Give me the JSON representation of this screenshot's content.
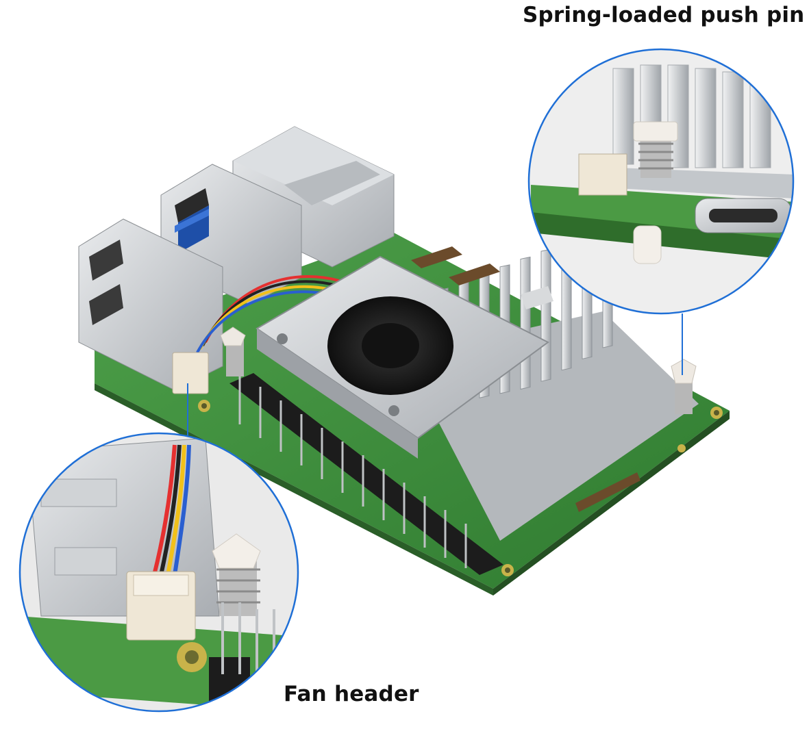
{
  "callouts": {
    "push_pin_label": "Spring-loaded push pin",
    "fan_header_label": "Fan header"
  },
  "colors": {
    "callout_ring": "#1f6fd6",
    "pcb_green": "#3f8f3a",
    "heatsink_silver": "#c9cdd1",
    "fan_black": "#1a1a1a",
    "background": "#ffffff"
  },
  "image_subject": "Raspberry Pi board with active cooler (fan + heatsink) and two zoom callouts"
}
